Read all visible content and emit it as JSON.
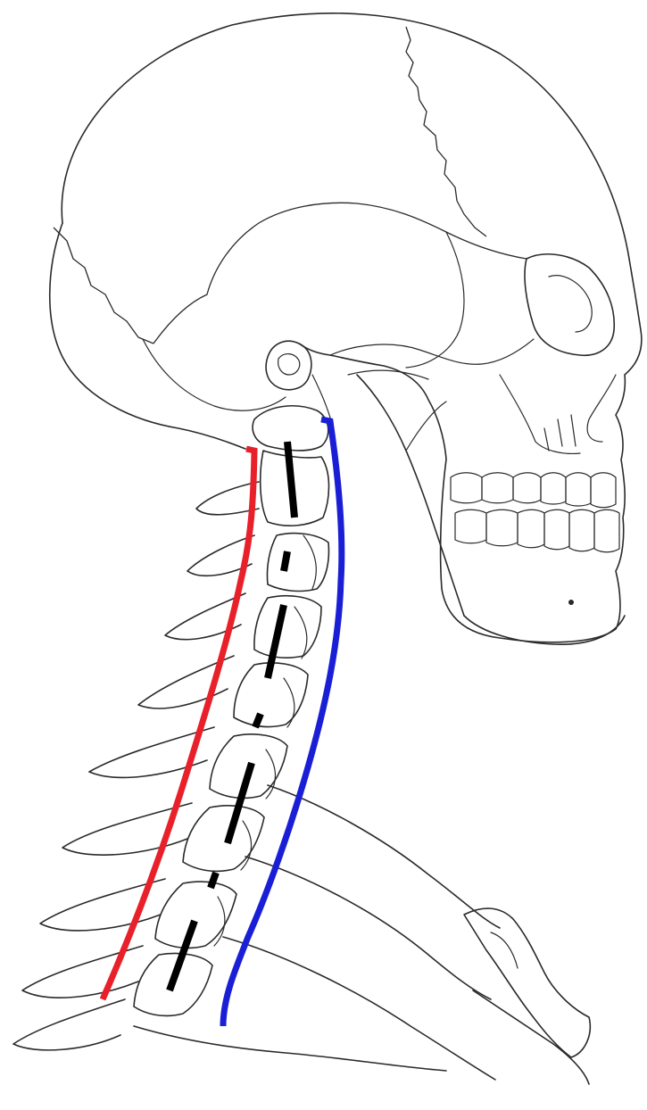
{
  "colors": {
    "outline": "#2a2a2a",
    "posterior_line": "#e8202a",
    "anterior_line": "#1a1fd6",
    "center_segments": "#000000",
    "background": "#ffffff"
  },
  "lines": [
    {
      "name": "posterior-vertebral-line",
      "color_key": "posterior_line"
    },
    {
      "name": "anterior-vertebral-line",
      "color_key": "anterior_line"
    },
    {
      "name": "vertebral-body-axis-segments",
      "color_key": "center_segments"
    }
  ]
}
